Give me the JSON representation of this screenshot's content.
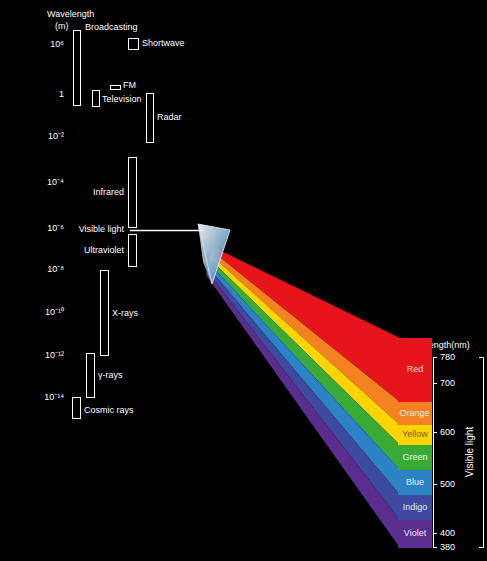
{
  "diagram": {
    "nodes": [
      {
        "text": [
          "Red"
        ]
      },
      {
        "text": [
          "Orange"
        ]
      },
      {
        "text": [
          "Yellow"
        ]
      },
      {
        "text": [
          "Green"
        ]
      },
      {
        "text": [
          "Blue"
        ]
      },
      {
        "text": [
          "Indigo"
        ]
      },
      {
        "text": [
          "Violet"
        ]
      }
    ],
    "labels": [
      "Wavelength",
      "(m)",
      "10⁶",
      "1",
      "10⁻²",
      "10⁻⁴",
      "10⁻⁶",
      "10⁻⁸",
      "10⁻¹⁰",
      "10⁻¹²",
      "10⁻¹⁴",
      "Broadcasting",
      "Shortwave",
      "FM",
      "Television",
      "Radar",
      "Infrared",
      "Visible light",
      "Ultraviolet",
      "X-rays",
      "γ-rays",
      "Cosmic rays",
      "Wavelength(nm)",
      "780",
      "700",
      "600",
      "500",
      "400",
      "380",
      "Visible light"
    ]
  }
}
